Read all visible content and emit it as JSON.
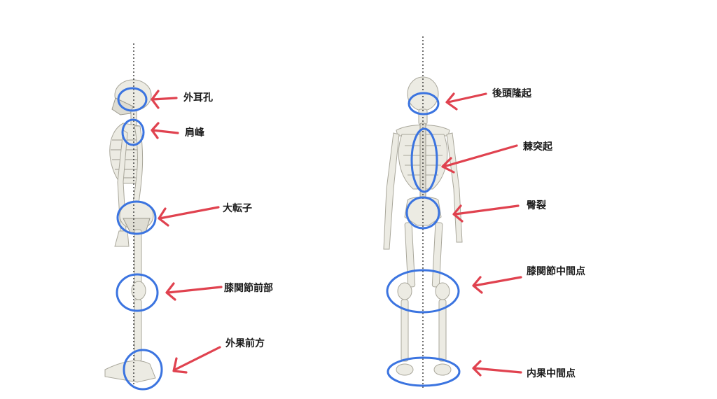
{
  "colors": {
    "circle": "#3b74e0",
    "arrow": "#e0424f",
    "line": "#222222"
  },
  "lateral_view": {
    "labels": [
      "外耳孔",
      "肩峰",
      "大転子",
      "膝関節前部",
      "外果前方"
    ]
  },
  "posterior_view": {
    "labels": [
      "後頭隆起",
      "棘突起",
      "臀裂",
      "膝関節中間点",
      "内果中間点"
    ]
  }
}
